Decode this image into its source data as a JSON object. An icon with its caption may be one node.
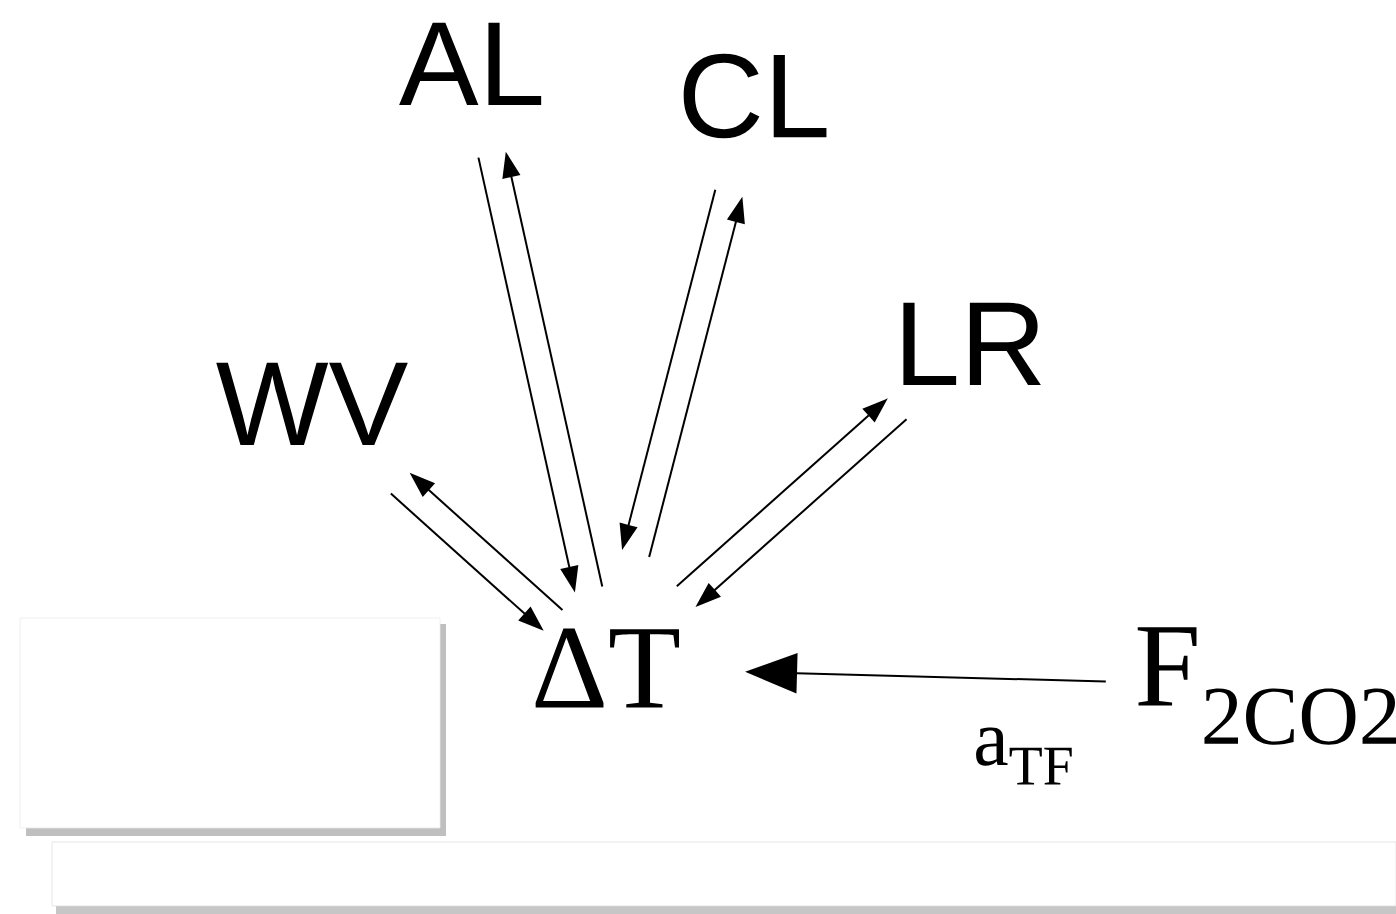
{
  "diagram": {
    "nodes": [
      {
        "text": [
          "ΔT"
        ]
      },
      {
        "text": [
          "WV"
        ]
      },
      {
        "text": [
          "AL"
        ]
      },
      {
        "text": [
          "CL"
        ]
      },
      {
        "text": [
          "LR"
        ]
      },
      {
        "text": [
          "F$_{2CO2}$"
        ]
      }
    ],
    "edges": [
      {
        "from": 1,
        "to": 0,
        "arrow": "to"
      },
      {
        "from": 0,
        "to": 1,
        "arrow": "to"
      },
      {
        "from": 2,
        "to": 0,
        "arrow": "to"
      },
      {
        "from": 0,
        "to": 2,
        "arrow": "to"
      },
      {
        "from": 3,
        "to": 0,
        "arrow": "to"
      },
      {
        "from": 0,
        "to": 3,
        "arrow": "to"
      },
      {
        "from": 0,
        "to": 4,
        "arrow": "to"
      },
      {
        "from": 4,
        "to": 0,
        "arrow": "to"
      },
      {
        "from": 5,
        "to": 0,
        "arrow": "to",
        "label": "a$_{TF}$"
      }
    ]
  }
}
